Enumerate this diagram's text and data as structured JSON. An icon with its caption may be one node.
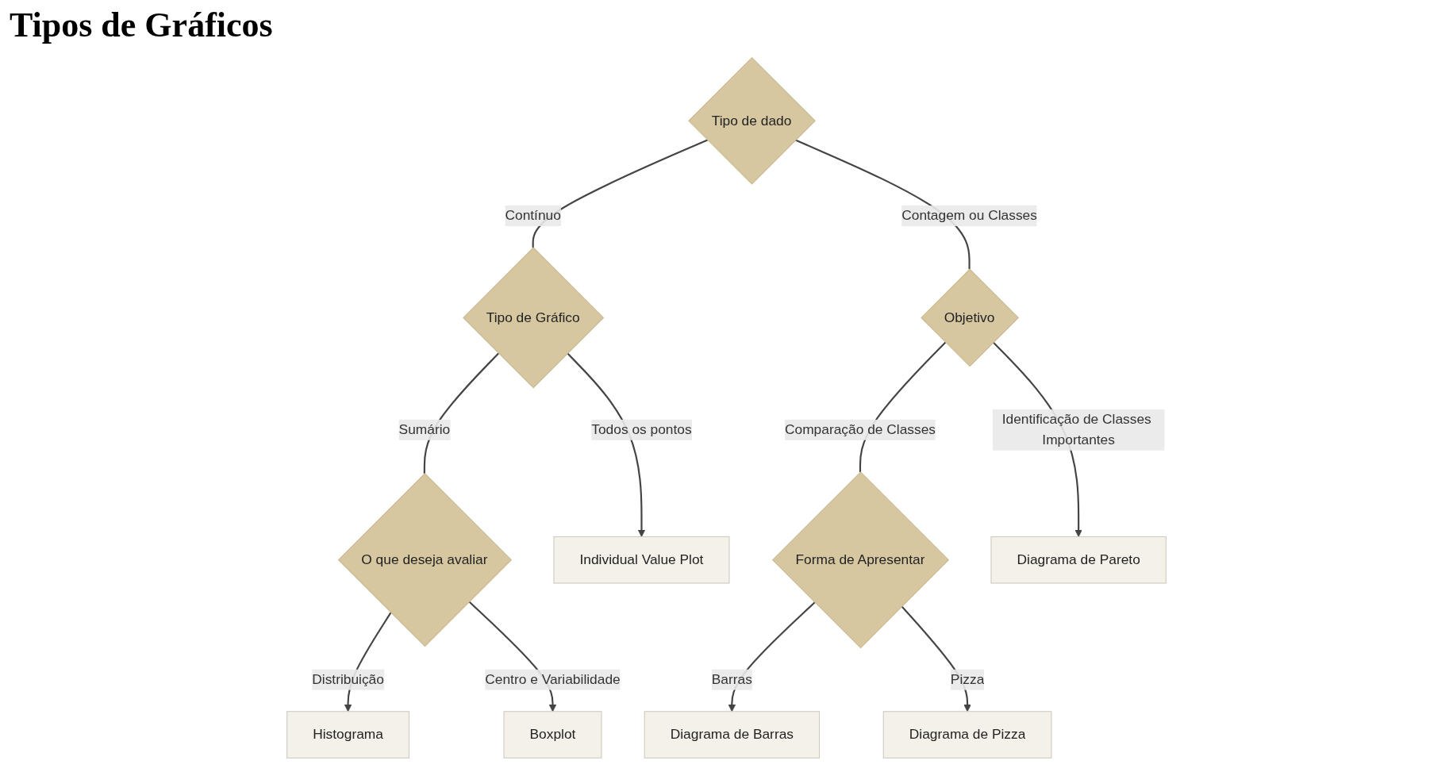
{
  "diagram": {
    "title": "Tipos de Gráficos",
    "nodes": [
      {
        "text": [
          "Tipo de dado"
        ]
      },
      {
        "text": [
          "Tipo de Gráfico"
        ]
      },
      {
        "text": [
          "O que deseja avaliar"
        ]
      },
      {
        "text": [
          "Histograma"
        ]
      },
      {
        "text": [
          "Boxplot"
        ]
      },
      {
        "text": [
          "Individual Value Plot"
        ]
      },
      {
        "text": [
          "Objetivo"
        ]
      },
      {
        "text": [
          "Forma de Apresentar"
        ]
      },
      {
        "text": [
          "Diagrama de Pareto"
        ]
      },
      {
        "text": [
          "Diagrama de Barras"
        ]
      },
      {
        "text": [
          "Diagrama de Pizza"
        ]
      }
    ],
    "edges": [
      {
        "from": 0,
        "to": 1,
        "arrow": "none",
        "label": "Contínuo"
      },
      {
        "from": 0,
        "to": 6,
        "arrow": "none",
        "label": "Contagem ou Classes"
      },
      {
        "from": 1,
        "to": 2,
        "arrow": "none",
        "label": "Sumário"
      },
      {
        "from": 1,
        "to": 5,
        "arrow": "to",
        "label": "Todos os pontos"
      },
      {
        "from": 2,
        "to": 3,
        "arrow": "to",
        "label": "Distribuição"
      },
      {
        "from": 2,
        "to": 4,
        "arrow": "to",
        "label": "Centro e Variabilidade"
      },
      {
        "from": 6,
        "to": 8,
        "arrow": "to",
        "label": "Identificação de Classes Importantes"
      },
      {
        "from": 6,
        "to": 7,
        "arrow": "none",
        "label": "Comparação de Classes"
      },
      {
        "from": 7,
        "to": 9,
        "arrow": "to",
        "label": "Barras"
      },
      {
        "from": 7,
        "to": 10,
        "arrow": "to",
        "label": "Pizza"
      }
    ]
  }
}
